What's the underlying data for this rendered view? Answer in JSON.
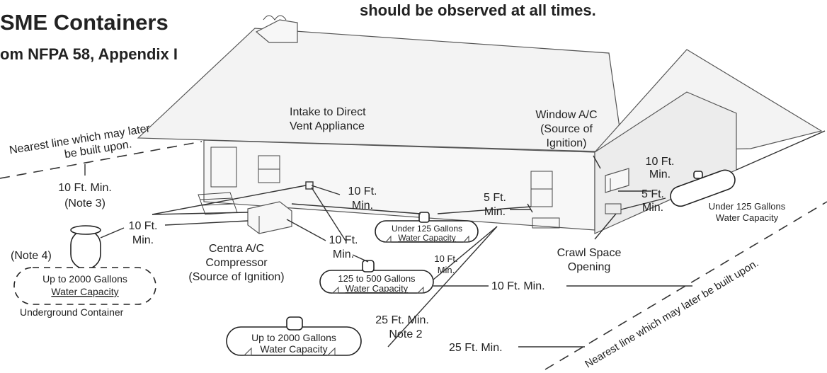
{
  "header": {
    "title": "SME Containers",
    "subtitle": "om NFPA 58, Appendix I",
    "note": "should be observed at all times."
  },
  "labels": {
    "nearest_line_left": [
      "Nearest line which may later",
      "be built upon."
    ],
    "nearest_line_right": "Nearest line which may later be built upon.",
    "intake": [
      "Intake to Direct",
      "Vent Appliance"
    ],
    "window_ac": [
      "Window A/C",
      "(Source of",
      "Ignition)"
    ],
    "ten_ft_min_note3": [
      "10 Ft. Min.",
      "(Note 3)"
    ],
    "note4": "(Note 4)",
    "underground_capacity": [
      "Up to 2000 Gallons",
      "Water Capacity"
    ],
    "underground_container": "Underground Container",
    "central_ac": [
      "Centra A/C",
      "Compressor",
      "(Source of Ignition)"
    ],
    "dist_10_a": [
      "10 Ft.",
      "Min."
    ],
    "dist_10_b": [
      "10 Ft.",
      "Min."
    ],
    "dist_10_c": [
      "10 Ft.",
      "Min."
    ],
    "dist_10_d": [
      "10 Ft.",
      "Min."
    ],
    "dist_10_window": [
      "10 Ft.",
      "Min."
    ],
    "dist_5_a": [
      "5 Ft.",
      "Min."
    ],
    "dist_5_b": [
      "5 Ft.",
      "Min."
    ],
    "tank_under125_mid": [
      "Under 125 Gallons",
      "Water Capacity"
    ],
    "tank_125_500": [
      "125 to 500 Gallons",
      "Water Capacity"
    ],
    "tank_up2000": [
      "Up to 2000 Gallons",
      "Water Capacity"
    ],
    "tank_under125_right": [
      "Under 125 Gallons",
      "Water Capacity"
    ],
    "crawl_space": [
      "Crawl Space",
      "Opening"
    ],
    "line_10ft": "10 Ft. Min.",
    "note2": [
      "25 Ft. Min.",
      "Note 2"
    ],
    "line_25ft": "25 Ft. Min."
  },
  "icons": [
    "house-icon",
    "chimney-icon",
    "central-ac-icon",
    "window-ac-icon",
    "propane-tank-icon"
  ]
}
